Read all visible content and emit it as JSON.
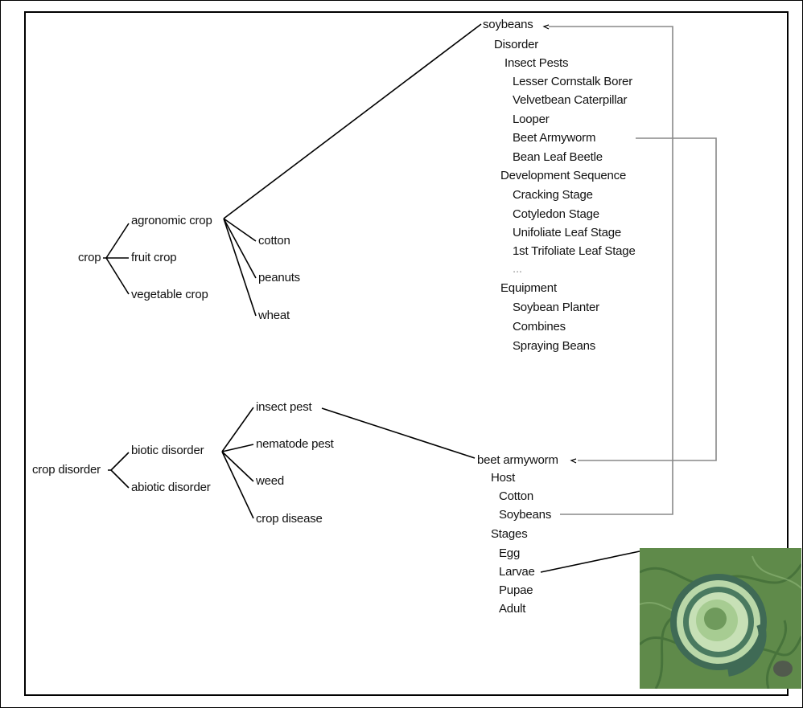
{
  "left_tree": {
    "crop": "crop",
    "crop_children": [
      "agronomic crop",
      "fruit crop",
      "vegetable crop"
    ],
    "agronomic_children": [
      "cotton",
      "peanuts",
      "wheat"
    ],
    "crop_disorder": "crop disorder",
    "disorder_children": [
      "biotic disorder",
      "abiotic disorder"
    ],
    "biotic_children": [
      "insect pest",
      "nematode pest",
      "weed",
      "crop disease"
    ]
  },
  "soybeans_frame": {
    "title": "soybeans",
    "disorder": "Disorder",
    "insect_pests": "Insect Pests",
    "pests": [
      "Lesser Cornstalk Borer",
      "Velvetbean Caterpillar",
      "Looper",
      "Beet Armyworm",
      "Bean Leaf Beetle"
    ],
    "development_sequence": "Development Sequence",
    "stages": [
      "Cracking Stage",
      "Cotyledon Stage",
      "Unifoliate Leaf Stage",
      "1st Trifoliate Leaf Stage",
      "..."
    ],
    "equipment": "Equipment",
    "equipment_items": [
      "Soybean Planter",
      "Combines",
      "Spraying Beans"
    ]
  },
  "armyworm_frame": {
    "title": "beet armyworm",
    "host": "Host",
    "hosts": [
      "Cotton",
      "Soybeans"
    ],
    "stages_label": "Stages",
    "stages": [
      "Egg",
      "Larvae",
      "Pupae",
      "Adult"
    ]
  },
  "photo": {
    "subject": "beet armyworm larva curled on leaf",
    "colors": {
      "leaf": "#5f8a4a",
      "larva": "#b9d7a8",
      "larva_dark": "#3f6a55"
    }
  }
}
